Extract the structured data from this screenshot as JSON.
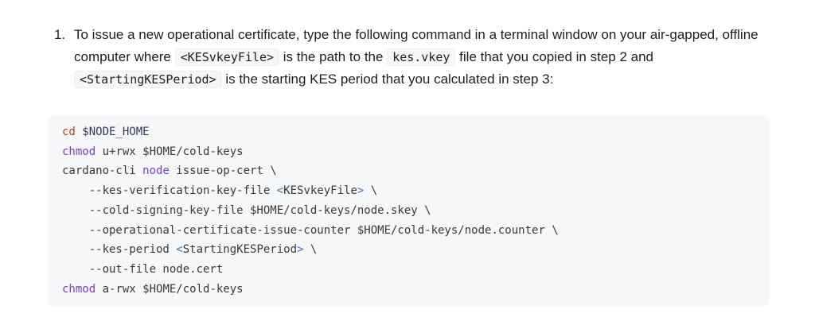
{
  "step": {
    "number": "1.",
    "text_1": "To issue a new operational certificate, type the following command in a terminal window on your air-gapped, offline computer where ",
    "code_1": "<KESvkeyFile>",
    "text_2": " is the path to the ",
    "code_2": "kes.vkey",
    "text_3": " file that you copied in step 2 and ",
    "code_3": "<StartingKESPeriod>",
    "text_4": " is the starting KES period that you calculated in step 3:"
  },
  "code": {
    "l1_cmd": "cd",
    "l1_rest": " $NODE_HOME",
    "l2_cmd": "chmod",
    "l2_rest": " u+rwx $HOME/cold-keys",
    "l3_a": "cardano-cli ",
    "l3_kw": "node",
    "l3_b": " issue-op-cert \\",
    "l4_a": "    --kes-verification-key-file ",
    "l4_lt": "<",
    "l4_arg": "KESvkeyFile",
    "l4_gt": ">",
    "l4_b": " \\",
    "l5": "    --cold-signing-key-file $HOME/cold-keys/node.skey \\",
    "l6": "    --operational-certificate-issue-counter $HOME/cold-keys/node.counter \\",
    "l7_a": "    --kes-period ",
    "l7_lt": "<",
    "l7_arg": "StartingKESPeriod",
    "l7_gt": ">",
    "l7_b": " \\",
    "l8": "    --out-file node.cert",
    "l9_cmd": "chmod",
    "l9_rest": " a-rwx $HOME/cold-keys"
  }
}
